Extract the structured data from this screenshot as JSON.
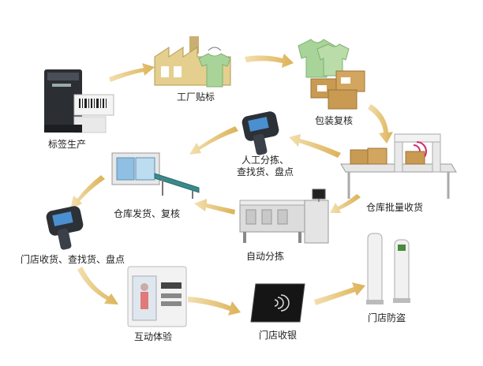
{
  "colors": {
    "arrow": "#e2bd6a",
    "arrow_dark": "#d4a84e",
    "box": "#c99a52",
    "cloth": "#a8d49a",
    "device": "#2c3138",
    "screen": "#4a8fd0"
  },
  "steps": [
    {
      "label": "标签生产",
      "icon": "label-printer-icon"
    },
    {
      "label": "工厂贴标",
      "icon": "factory-garment-icon"
    },
    {
      "label": "包装复核",
      "icon": "packing-boxes-icon"
    },
    {
      "label": "仓库批量收货",
      "icon": "conveyor-tunnel-icon"
    },
    {
      "label_lines": [
        "人工分拣、",
        "查找货、盘点"
      ],
      "icon": "handheld-reader-icon"
    },
    {
      "label": "自动分拣",
      "icon": "sorting-machine-icon"
    },
    {
      "label": "仓库发货、复核",
      "icon": "warehouse-conveyor-icon"
    },
    {
      "label": "门店收货、查找货、盘点",
      "icon": "handheld-reader-icon"
    },
    {
      "label": "互动体验",
      "icon": "interactive-kiosk-icon"
    },
    {
      "label": "门店收银",
      "icon": "nfc-pay-reader-icon"
    },
    {
      "label": "门店防盗",
      "icon": "security-gate-icon"
    }
  ]
}
